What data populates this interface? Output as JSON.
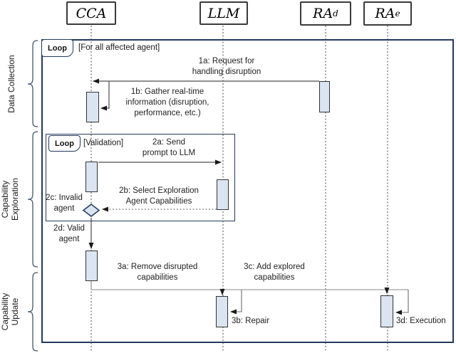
{
  "colors": {
    "frame": "#24385f",
    "activation_fill": "#dbe5f1",
    "activation_border": "#333333",
    "message_line": "#4d4d4d",
    "brace": "#44546a"
  },
  "actors": {
    "cca": {
      "label": "CCA",
      "sub": ""
    },
    "llm": {
      "label": "LLM",
      "sub": ""
    },
    "rad": {
      "label": "RA",
      "sub": "d"
    },
    "rae": {
      "label": "RA",
      "sub": "e"
    }
  },
  "phases": {
    "p1": {
      "l1": "Data Collection"
    },
    "p2": {
      "l1": "Capability",
      "l2": "Exploration"
    },
    "p3": {
      "l1": "Capability",
      "l2": "Update"
    }
  },
  "fragments": {
    "outer": {
      "operator": "Loop",
      "guard": "[For all affected agent]"
    },
    "inner": {
      "operator": "Loop",
      "guard": "[Validation]"
    }
  },
  "messages": {
    "m1a": {
      "l1": "1a: Request for",
      "l2": "handling disruption"
    },
    "m1b": {
      "l1": "1b: Gather real-time",
      "l2": "information (disruption,",
      "l3": "performance, etc.)"
    },
    "m2a": {
      "l1": "2a: Send",
      "l2": "prompt to LLM"
    },
    "m2b": {
      "l1": "2b: Select Exploration",
      "l2": "Agent Capabilities"
    },
    "m2c": {
      "l1": "2c: Invalid",
      "l2": "agent"
    },
    "m2d": {
      "l1": "2d: Valid",
      "l2": "agent"
    },
    "m3a": {
      "l1": "3a: Remove disrupted",
      "l2": "capabilities"
    },
    "m3b": {
      "l1": "3b: Repair"
    },
    "m3c": {
      "l1": "3c: Add explored",
      "l2": "capabilities"
    },
    "m3d": {
      "l1": "3d: Execution"
    }
  }
}
